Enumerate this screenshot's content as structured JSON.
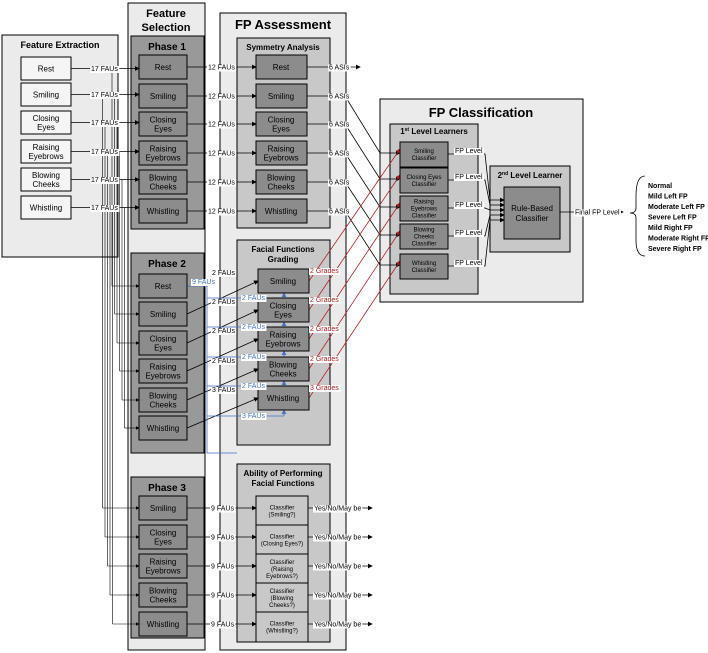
{
  "panels": {
    "feature_extraction": "Feature Extraction",
    "feature_selection_line1": "Feature",
    "feature_selection_line2": "Selection",
    "fp_assessment": "FP Assessment",
    "fp_classification": "FP Classification"
  },
  "phases": {
    "phase1": "Phase 1",
    "phase2": "Phase 2",
    "phase3": "Phase 3"
  },
  "extraction_items": [
    [
      "Rest"
    ],
    [
      "Smiling"
    ],
    [
      "Closing",
      "Eyes"
    ],
    [
      "Raising",
      "Eyebrows"
    ],
    [
      "Blowing",
      "Cheeks"
    ],
    [
      "Whistling"
    ]
  ],
  "phase1_items": [
    [
      "Rest"
    ],
    [
      "Smiling"
    ],
    [
      "Closing",
      "Eyes"
    ],
    [
      "Raising",
      "Eyebrows"
    ],
    [
      "Blowing",
      "Cheeks"
    ],
    [
      "Whistling"
    ]
  ],
  "phase2_items": [
    [
      "Rest"
    ],
    [
      "Smiling"
    ],
    [
      "Closing",
      "Eyes"
    ],
    [
      "Raising",
      "Eyebrows"
    ],
    [
      "Blowing",
      "Cheeks"
    ],
    [
      "Whistling"
    ]
  ],
  "phase3_items": [
    [
      "Smiling"
    ],
    [
      "Closing",
      "Eyes"
    ],
    [
      "Raising",
      "Eyebrows"
    ],
    [
      "Blowing",
      "Cheeks"
    ],
    [
      "Whistling"
    ]
  ],
  "symmetry": {
    "title": "Symmetry Analysis",
    "items": [
      [
        "Rest"
      ],
      [
        "Smiling"
      ],
      [
        "Closing",
        "Eyes"
      ],
      [
        "Raising",
        "Eyebrows"
      ],
      [
        "Blowing",
        "Cheeks"
      ],
      [
        "Whistling"
      ]
    ]
  },
  "grading": {
    "title_line1": "Facial Functions",
    "title_line2": "Grading",
    "items": [
      [
        "Smiling"
      ],
      [
        "Closing",
        "Eyes"
      ],
      [
        "Raising",
        "Eyebrows"
      ],
      [
        "Blowing",
        "Cheeks"
      ],
      [
        "Whistling"
      ]
    ]
  },
  "ability": {
    "title_line1": "Ability of Performing",
    "title_line2": "Facial Functions",
    "items": [
      [
        "Classifier",
        "(Smiling?)"
      ],
      [
        "Classifier",
        "(Closing Eyes?)"
      ],
      [
        "Classifier",
        "(Raising",
        "Eyebrows?)"
      ],
      [
        "Classifier",
        "(Blowing",
        "Cheeks?)"
      ],
      [
        "Classifier",
        "(Whistling?)"
      ]
    ],
    "output": "Yes/No/May be"
  },
  "learners": {
    "first_prefix": "1",
    "first_sup": "st",
    "first_suffix": " Level Learners",
    "items": [
      [
        "Smiling",
        "Classifier"
      ],
      [
        "Closing Eyes",
        "Classifier"
      ],
      [
        "Raising",
        "Eyebrows",
        "Classifier"
      ],
      [
        "Blowing",
        "Cheeks",
        "Classifier"
      ],
      [
        "Whistling",
        "Classifier"
      ]
    ],
    "fp_level": "FP Level",
    "second_prefix": "2",
    "second_sup": "nd",
    "second_suffix": " Level Learner",
    "rule_based": [
      "Rule-Based",
      "Classifier"
    ],
    "final_label": "Final FP Level"
  },
  "fp_levels": [
    "Normal",
    "Mild Left FP",
    "Moderate Left FP",
    "Severe Left FP",
    "Mild Right FP",
    "Moderate Right FP",
    "Severe Right FP"
  ],
  "edge_labels": {
    "fau17": "17 FAUs",
    "fau12": "12 FAUs",
    "asis6": "6 ASIs",
    "fau9": "9 FAUs",
    "fau2": "2 FAUs",
    "fau3": "3 FAUs",
    "grades2": "2 Grades",
    "grades3": "3 Grades"
  },
  "colors": {
    "panel_outer": "#ebebeb",
    "panel_mid": "#c8c8c8",
    "phase_bg": "#999999",
    "node": "#8c8c8c",
    "node_light": "#c8c8c8",
    "extraction_node": "#f5f5f5",
    "blue": "#4472c4",
    "red": "#b22222",
    "line": "#000000"
  }
}
